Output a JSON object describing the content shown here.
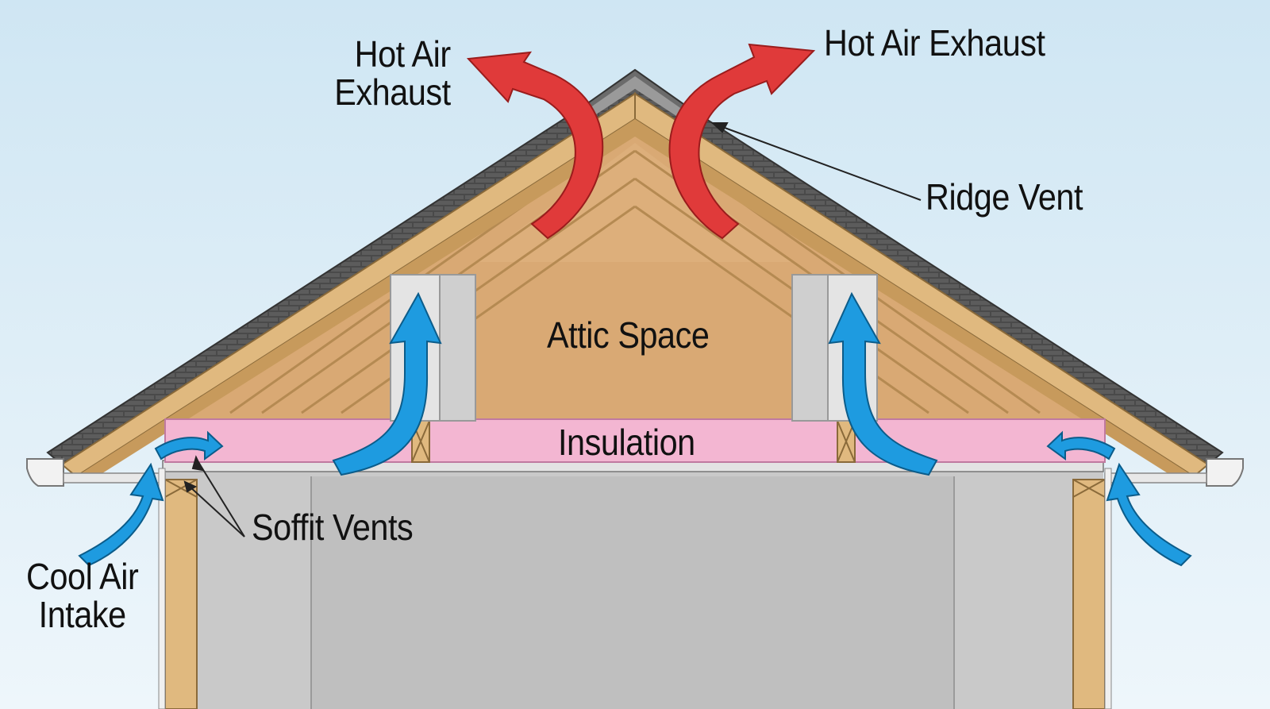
{
  "labels": {
    "hot_air_exhaust_left": [
      "Hot Air",
      "Exhaust"
    ],
    "hot_air_exhaust_right": "Hot Air Exhaust",
    "ridge_vent": "Ridge Vent",
    "attic_space": "Attic Space",
    "insulation": "Insulation",
    "soffit_vents": "Soffit Vents",
    "cool_air_intake": [
      "Cool Air",
      "Intake"
    ]
  },
  "colors": {
    "sky_top": "#cfe6f3",
    "sky_bottom": "#eef6fb",
    "wood": "#e0b97f",
    "wood_dark": "#c79a5c",
    "roof_shingle": "#4a4a4a",
    "insulation": "#f3b6d2",
    "wall_interior": "#c9c9c9",
    "hot_air": "#e03a3a",
    "cool_air": "#1e9be0",
    "baffle": "#e4e4e4"
  },
  "icons": {
    "hot_air_arrow": "red-curved-arrow-icon",
    "cool_air_arrow": "blue-curved-arrow-icon"
  }
}
